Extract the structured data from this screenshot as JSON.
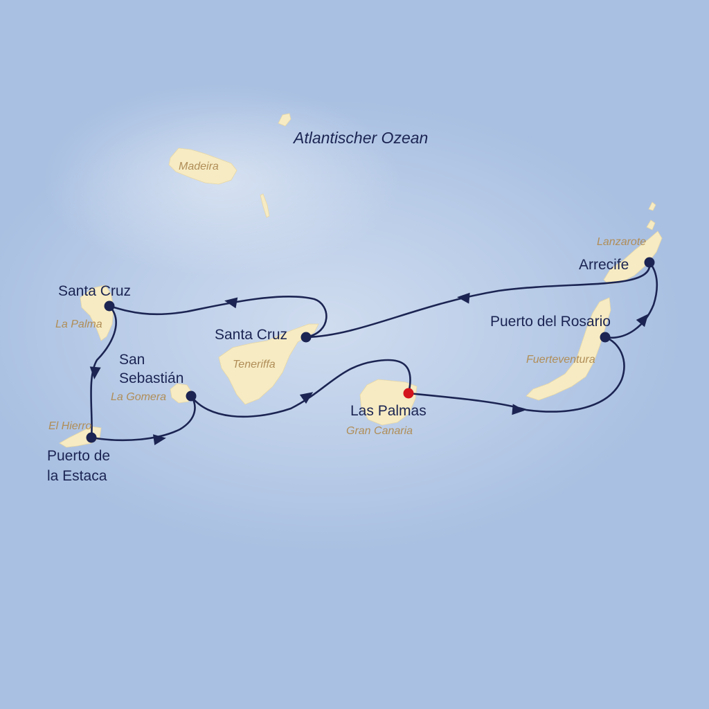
{
  "ocean_label": "Atlantischer Ozean",
  "islands": {
    "madeira": "Madeira",
    "lanzarote": "Lanzarote",
    "la_palma": "La Palma",
    "teneriffa": "Teneriffa",
    "la_gomera": "La Gomera",
    "el_hierro": "El Hierro",
    "gran_canaria": "Gran Canaria",
    "fuerteventura": "Fuerteventura"
  },
  "ports": {
    "arrecife": "Arrecife",
    "puerto_del_rosario": "Puerto del Rosario",
    "santa_cruz_la_palma": "Santa Cruz",
    "santa_cruz_tenerife": "Santa Cruz",
    "san_sebastian": [
      "San",
      "Sebastián"
    ],
    "puerto_de_la_estaca": [
      "Puerto de",
      "la Estaca"
    ],
    "las_palmas": "Las Palmas"
  },
  "start_port": "las_palmas",
  "colors": {
    "sea": "#a9c0e2",
    "land": "#f6ebc3",
    "route": "#1b2452",
    "port_marker": "#1b2452",
    "start_marker": "#d4141c",
    "island_label": "#b08d57"
  }
}
